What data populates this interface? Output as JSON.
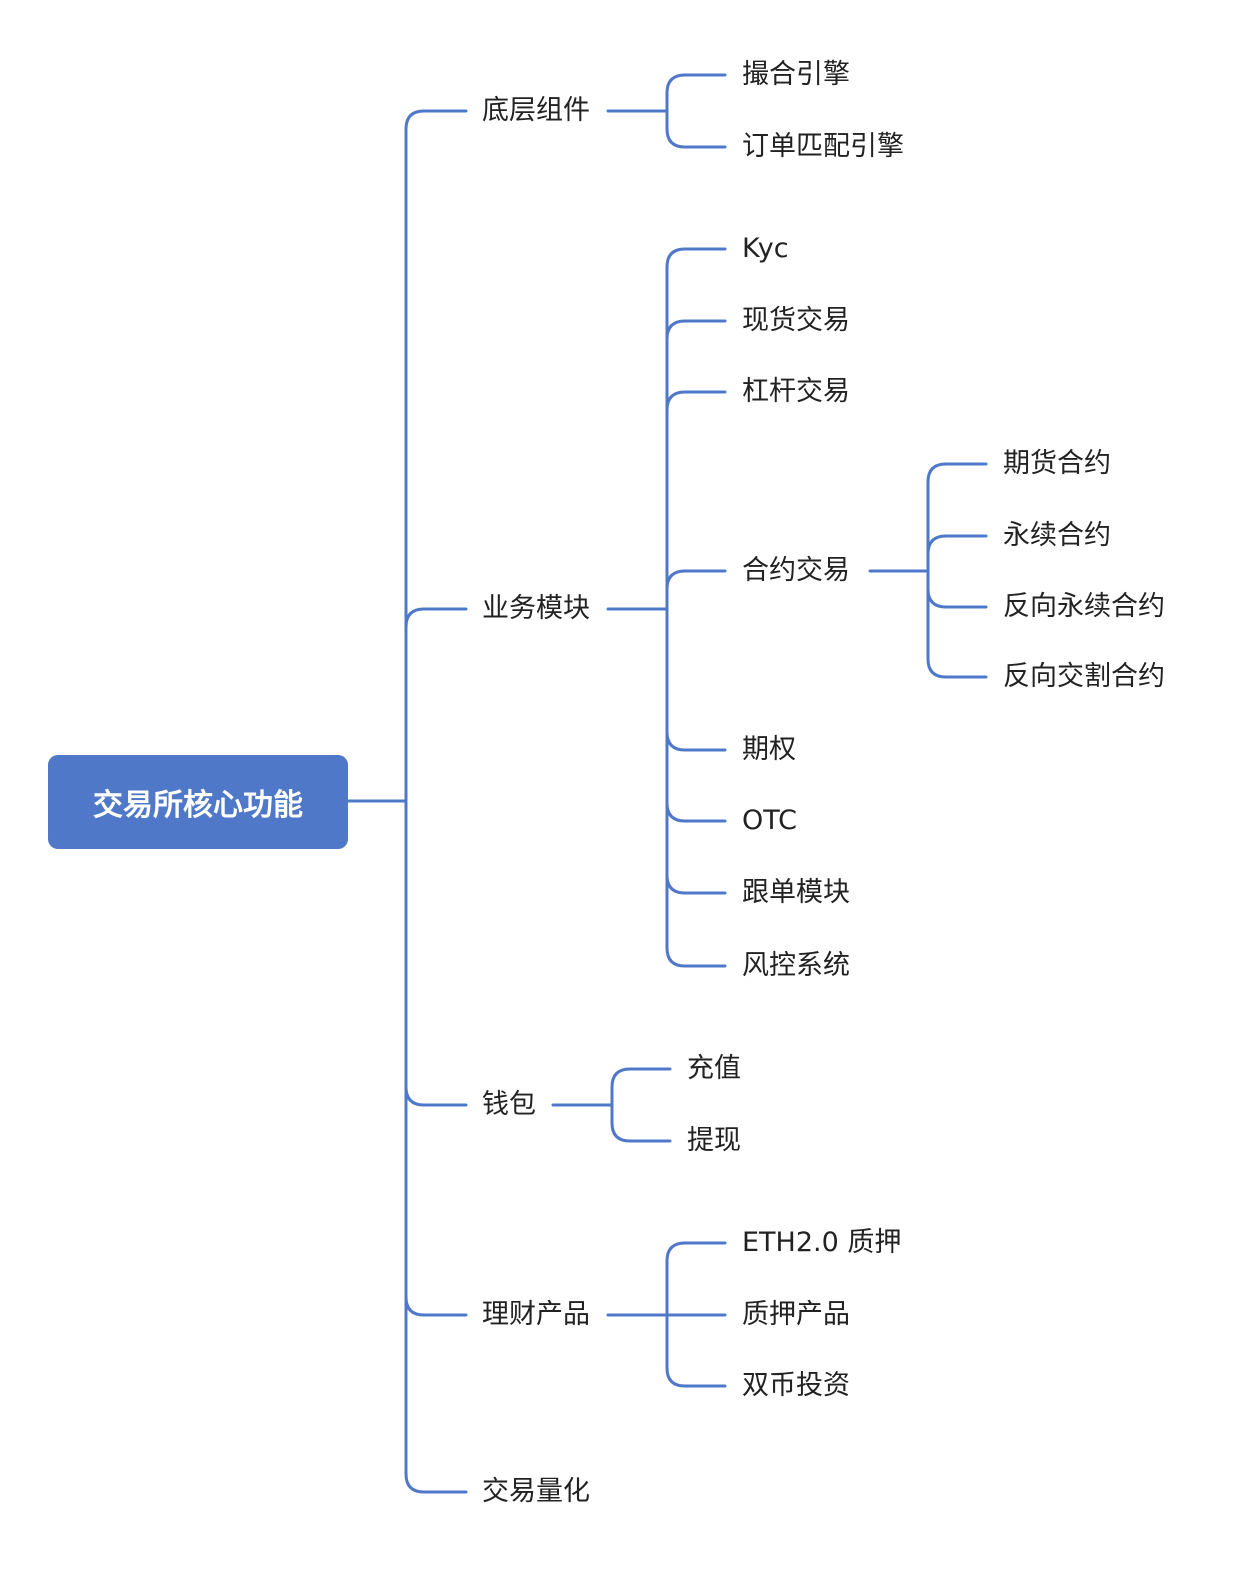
{
  "root": {
    "label": "交易所核心功能"
  },
  "branches": [
    {
      "label": "底层组件",
      "children": [
        "撮合引擎",
        "订单匹配引擎"
      ]
    },
    {
      "label": "业务模块",
      "children": [
        "Kyc",
        "现货交易",
        "杠杆交易",
        "合约交易",
        "期权",
        "OTC",
        "跟单模块",
        "风控系统"
      ],
      "contract": {
        "label": "合约交易",
        "children": [
          "期货合约",
          "永续合约",
          "反向永续合约",
          "反向交割合约"
        ]
      }
    },
    {
      "label": "钱包",
      "children": [
        "充值",
        "提现"
      ]
    },
    {
      "label": "理财产品",
      "children": [
        "ETH2.0 质押",
        "质押产品",
        "双币投资"
      ]
    },
    {
      "label": "交易量化",
      "children": []
    }
  ],
  "colors": {
    "connector": "#4f78c8",
    "root_fill": "#4f78c8",
    "root_text": "#ffffff",
    "node_text": "#222222"
  }
}
